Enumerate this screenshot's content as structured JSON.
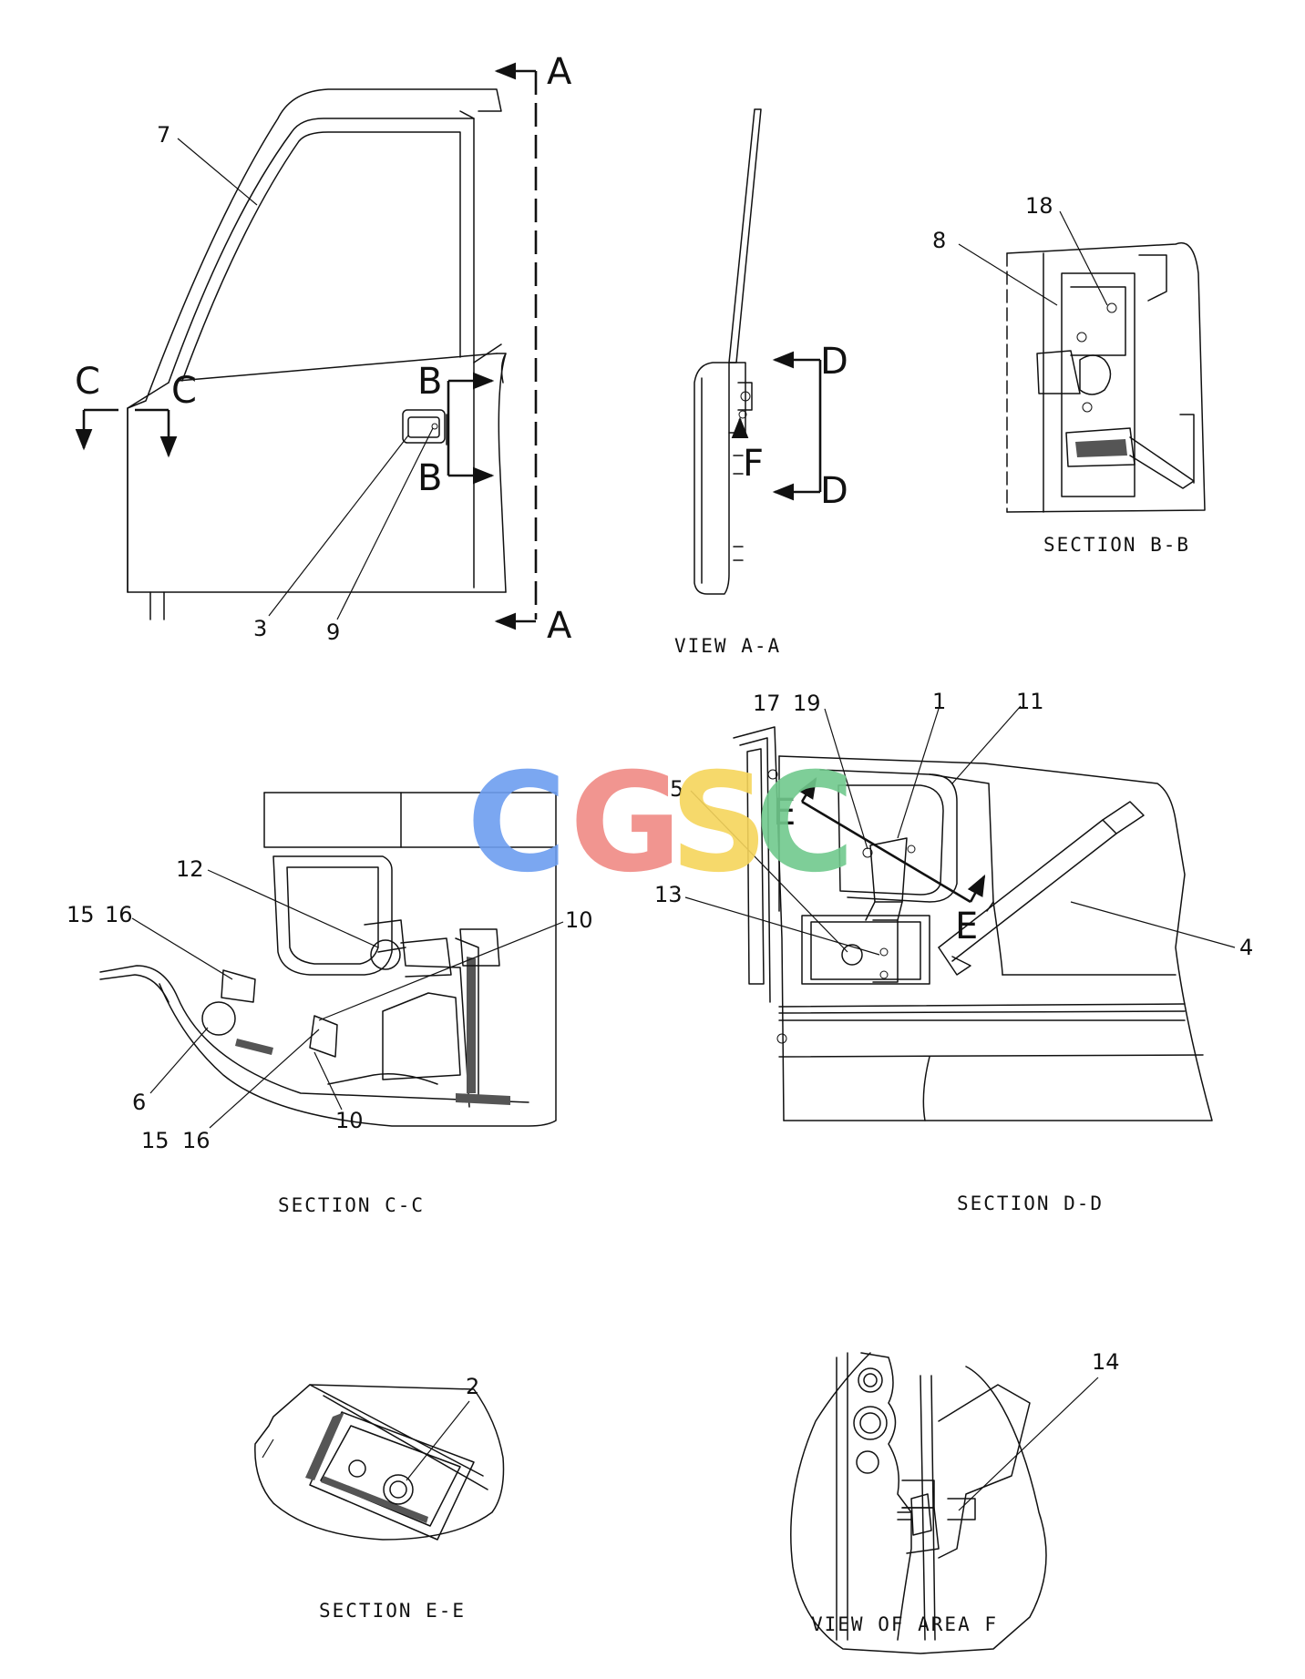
{
  "watermark": {
    "letters": [
      "C",
      "G",
      "S",
      "C"
    ],
    "colors": [
      "#6d9ef0",
      "#f08a84",
      "#f6d55c",
      "#71c98d"
    ]
  },
  "section_letters": {
    "a_top": "A",
    "a_bottom": "A",
    "b_top": "B",
    "b_bottom": "B",
    "c_left": "C",
    "c_right": "C",
    "d_top": "D",
    "d_bottom": "D",
    "e_left": "E",
    "e_right": "E",
    "f": "F"
  },
  "captions": {
    "view_aa": "VIEW A-A",
    "section_bb": "SECTION B-B",
    "section_cc": "SECTION C-C",
    "section_dd": "SECTION D-D",
    "section_ee": "SECTION E-E",
    "view_area_f": "VIEW OF AREA F"
  },
  "callouts": {
    "door": {
      "c7": "7",
      "c3": "3",
      "c9": "9"
    },
    "section_bb": {
      "c18": "18",
      "c8": "8"
    },
    "section_cc": {
      "c12": "12",
      "c15a": "15",
      "c16a": "16",
      "c10a": "10",
      "c6": "6",
      "c15b": "15",
      "c16b": "16",
      "c10b": "10"
    },
    "section_dd": {
      "c17": "17",
      "c19": "19",
      "c1": "1",
      "c11": "11",
      "c5": "5",
      "c13": "13",
      "c4": "4"
    },
    "section_ee": {
      "c2": "2"
    },
    "area_f": {
      "c14": "14"
    }
  },
  "icons": {
    "arrow_head": "section-arrow-icon"
  }
}
